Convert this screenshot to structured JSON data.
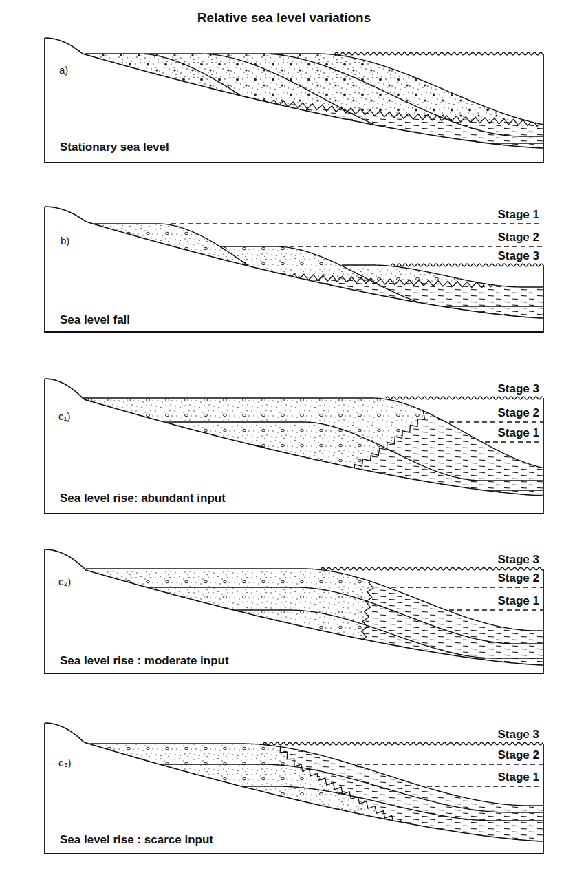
{
  "diagram": {
    "title": "Relative sea level variations",
    "labels": [
      "a)",
      "Stationary sea level",
      "b)",
      "Stage 1",
      "Stage 2",
      "Stage 3",
      "Sea level fall",
      "c₁)",
      "Stage 3",
      "Stage 2",
      "Stage 1",
      "Sea level rise: abundant input",
      "c₂)",
      "Stage 3",
      "Stage 2",
      "Stage 1",
      "Sea level rise : moderate input",
      "c₃)",
      "Stage 3",
      "Stage 2",
      "Stage 1",
      "Sea level rise : scarce input"
    ]
  }
}
